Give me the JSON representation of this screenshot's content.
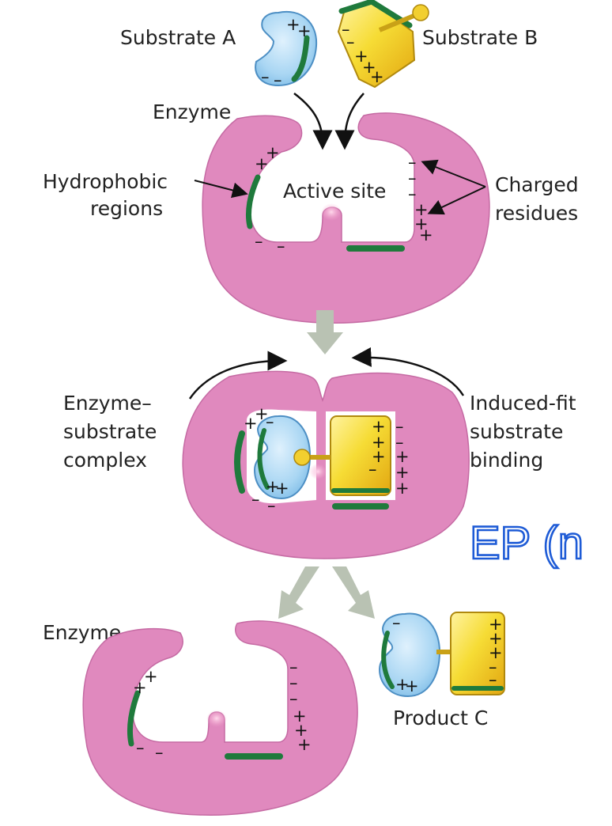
{
  "labels": {
    "substrate_a": "Substrate A",
    "substrate_b": "Substrate B",
    "enzyme_top": "Enzyme",
    "hydrophobic_1": "Hydrophobic",
    "hydrophobic_2": "regions",
    "active_site": "Active site",
    "charged_1": "Charged",
    "charged_2": "residues",
    "es_1": "Enzyme–",
    "es_2": "substrate",
    "es_3": "complex",
    "induced_1": "Induced-fit",
    "induced_2": "substrate",
    "induced_3": "binding",
    "enzyme_bottom": "Enzyme",
    "product": "Product C"
  },
  "handwriting": "EP (n",
  "colors": {
    "enzyme": "#e089be",
    "enzyme_edge": "#c56aa3",
    "hydrophobic": "#1f7a3c",
    "substrate_a_fill": "#a8d4f2",
    "substrate_b_fill": "#f4dc36",
    "flow_arrow": "#b9c2b3",
    "ink": "#1e5bd6"
  }
}
